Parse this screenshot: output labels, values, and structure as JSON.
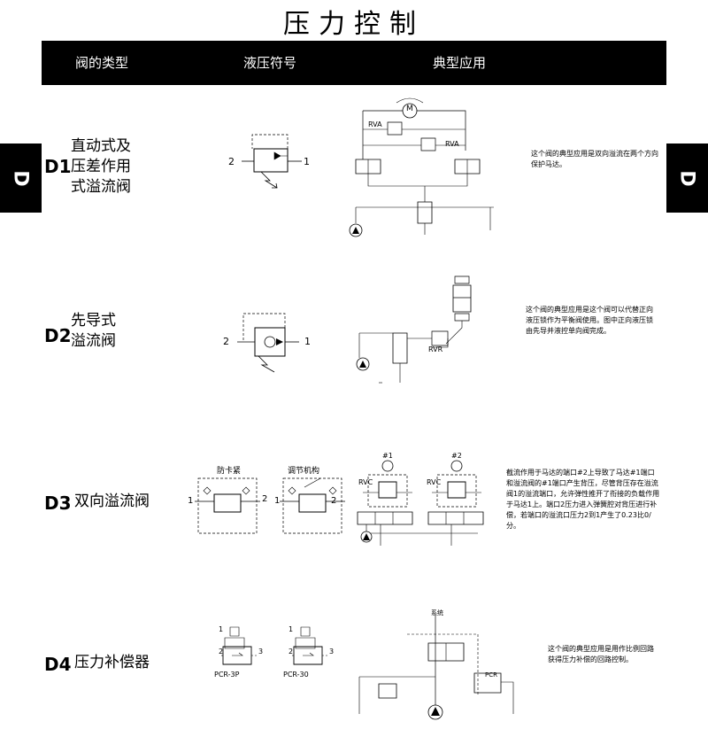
{
  "page": {
    "title": "压力控制",
    "header": {
      "col1": "阀的类型",
      "col2": "液压符号",
      "col3": "典型应用"
    },
    "tab_letter": "D"
  },
  "rows": [
    {
      "code": "D1",
      "name_lines": [
        "直动式及",
        "压差作用",
        "式溢流阀"
      ],
      "symbol_ports": {
        "left": "2",
        "right": "1"
      },
      "circuit_labels": {
        "motor": "M",
        "valve_a": "RVA",
        "valve_b": "RVA"
      },
      "desc": "这个阀的典型应用是双向溢流在两个方向保护马达。"
    },
    {
      "code": "D2",
      "name_lines": [
        "先导式",
        "溢流阀"
      ],
      "symbol_ports": {
        "left": "2",
        "right": "1"
      },
      "circuit_labels": {
        "valve": "RVR"
      },
      "desc": "这个阀的典型应用是这个阀可以代替正向液压锁作为平衡阀使用。图中正向液压锁由先导并液控单向阀完成。"
    },
    {
      "code": "D3",
      "name_lines": [
        "双向溢流阀"
      ],
      "symbol_labels": {
        "anti_stick": "防卡紧",
        "adjust": "调节机构"
      },
      "symbol_ports": {
        "left": "1",
        "right": "2"
      },
      "circuit_labels": {
        "pump1": "#1",
        "pump2": "#2",
        "valve": "RVC"
      },
      "desc": "截流作用于马达的端口#2上导致了马达#1端口和溢流阀的#1端口产生背压，尽管背压存在溢流阀1的溢流端口，允许弹性推开了衔接的负载作用于马达1上。端口2压力进入弹簧腔对背压进行补偿，若端口的溢流口压力2到1产生了0.23比0/分。"
    },
    {
      "code": "D4",
      "name_lines": [
        "压力补偿器"
      ],
      "symbol_models": {
        "a": "PCR-3P",
        "b": "PCR-30"
      },
      "symbol_ports": {
        "p1": "1",
        "p2": "2",
        "p3": "3"
      },
      "circuit_labels": {
        "system": "系统",
        "valve": "PCR"
      },
      "desc": "这个阀的典型应用是用作比例回路获得压力补偿的回路控制。"
    }
  ]
}
